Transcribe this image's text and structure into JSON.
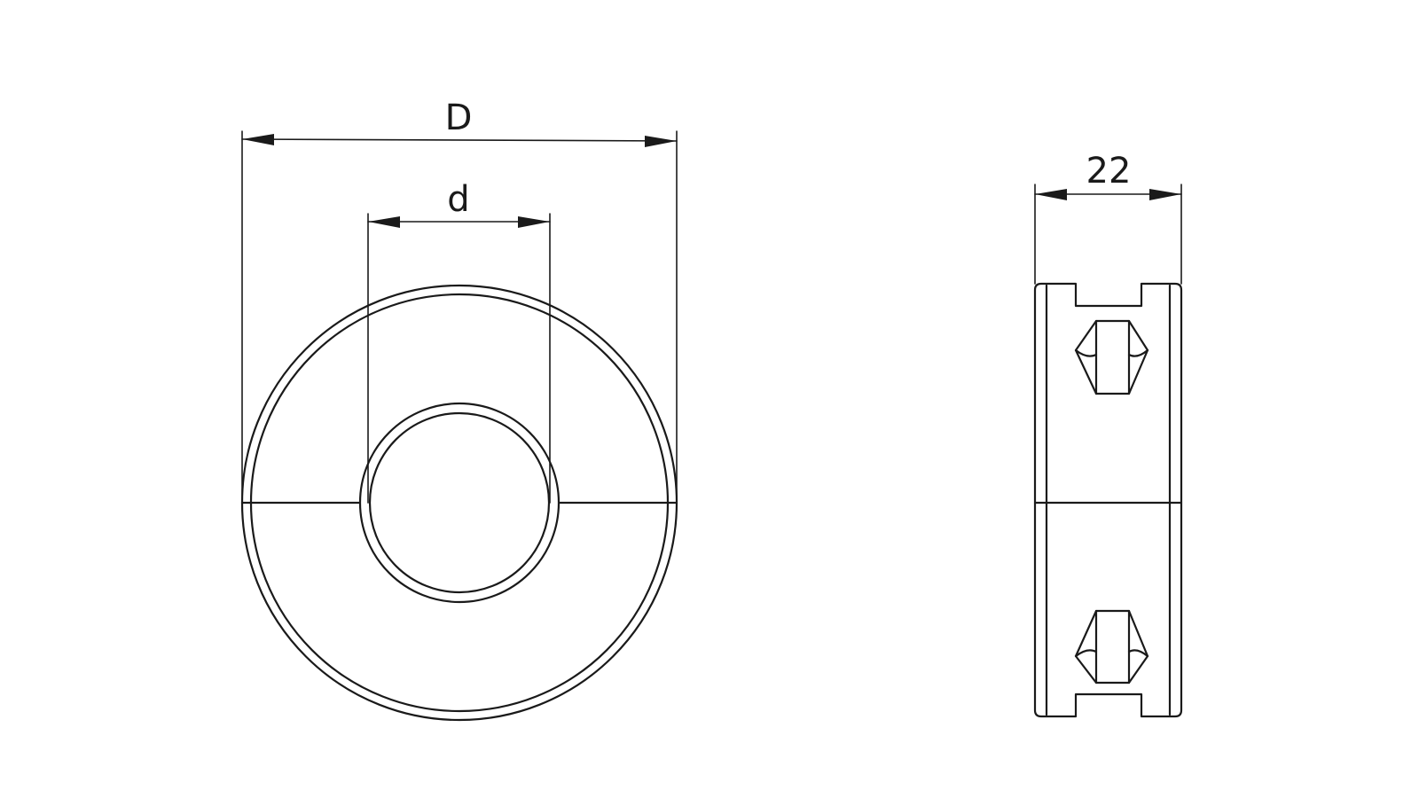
{
  "labels": {
    "outer_diameter": "D",
    "inner_diameter": "d",
    "width": "22"
  },
  "colors": {
    "line": "#1a1a1a",
    "background": "#ffffff"
  }
}
